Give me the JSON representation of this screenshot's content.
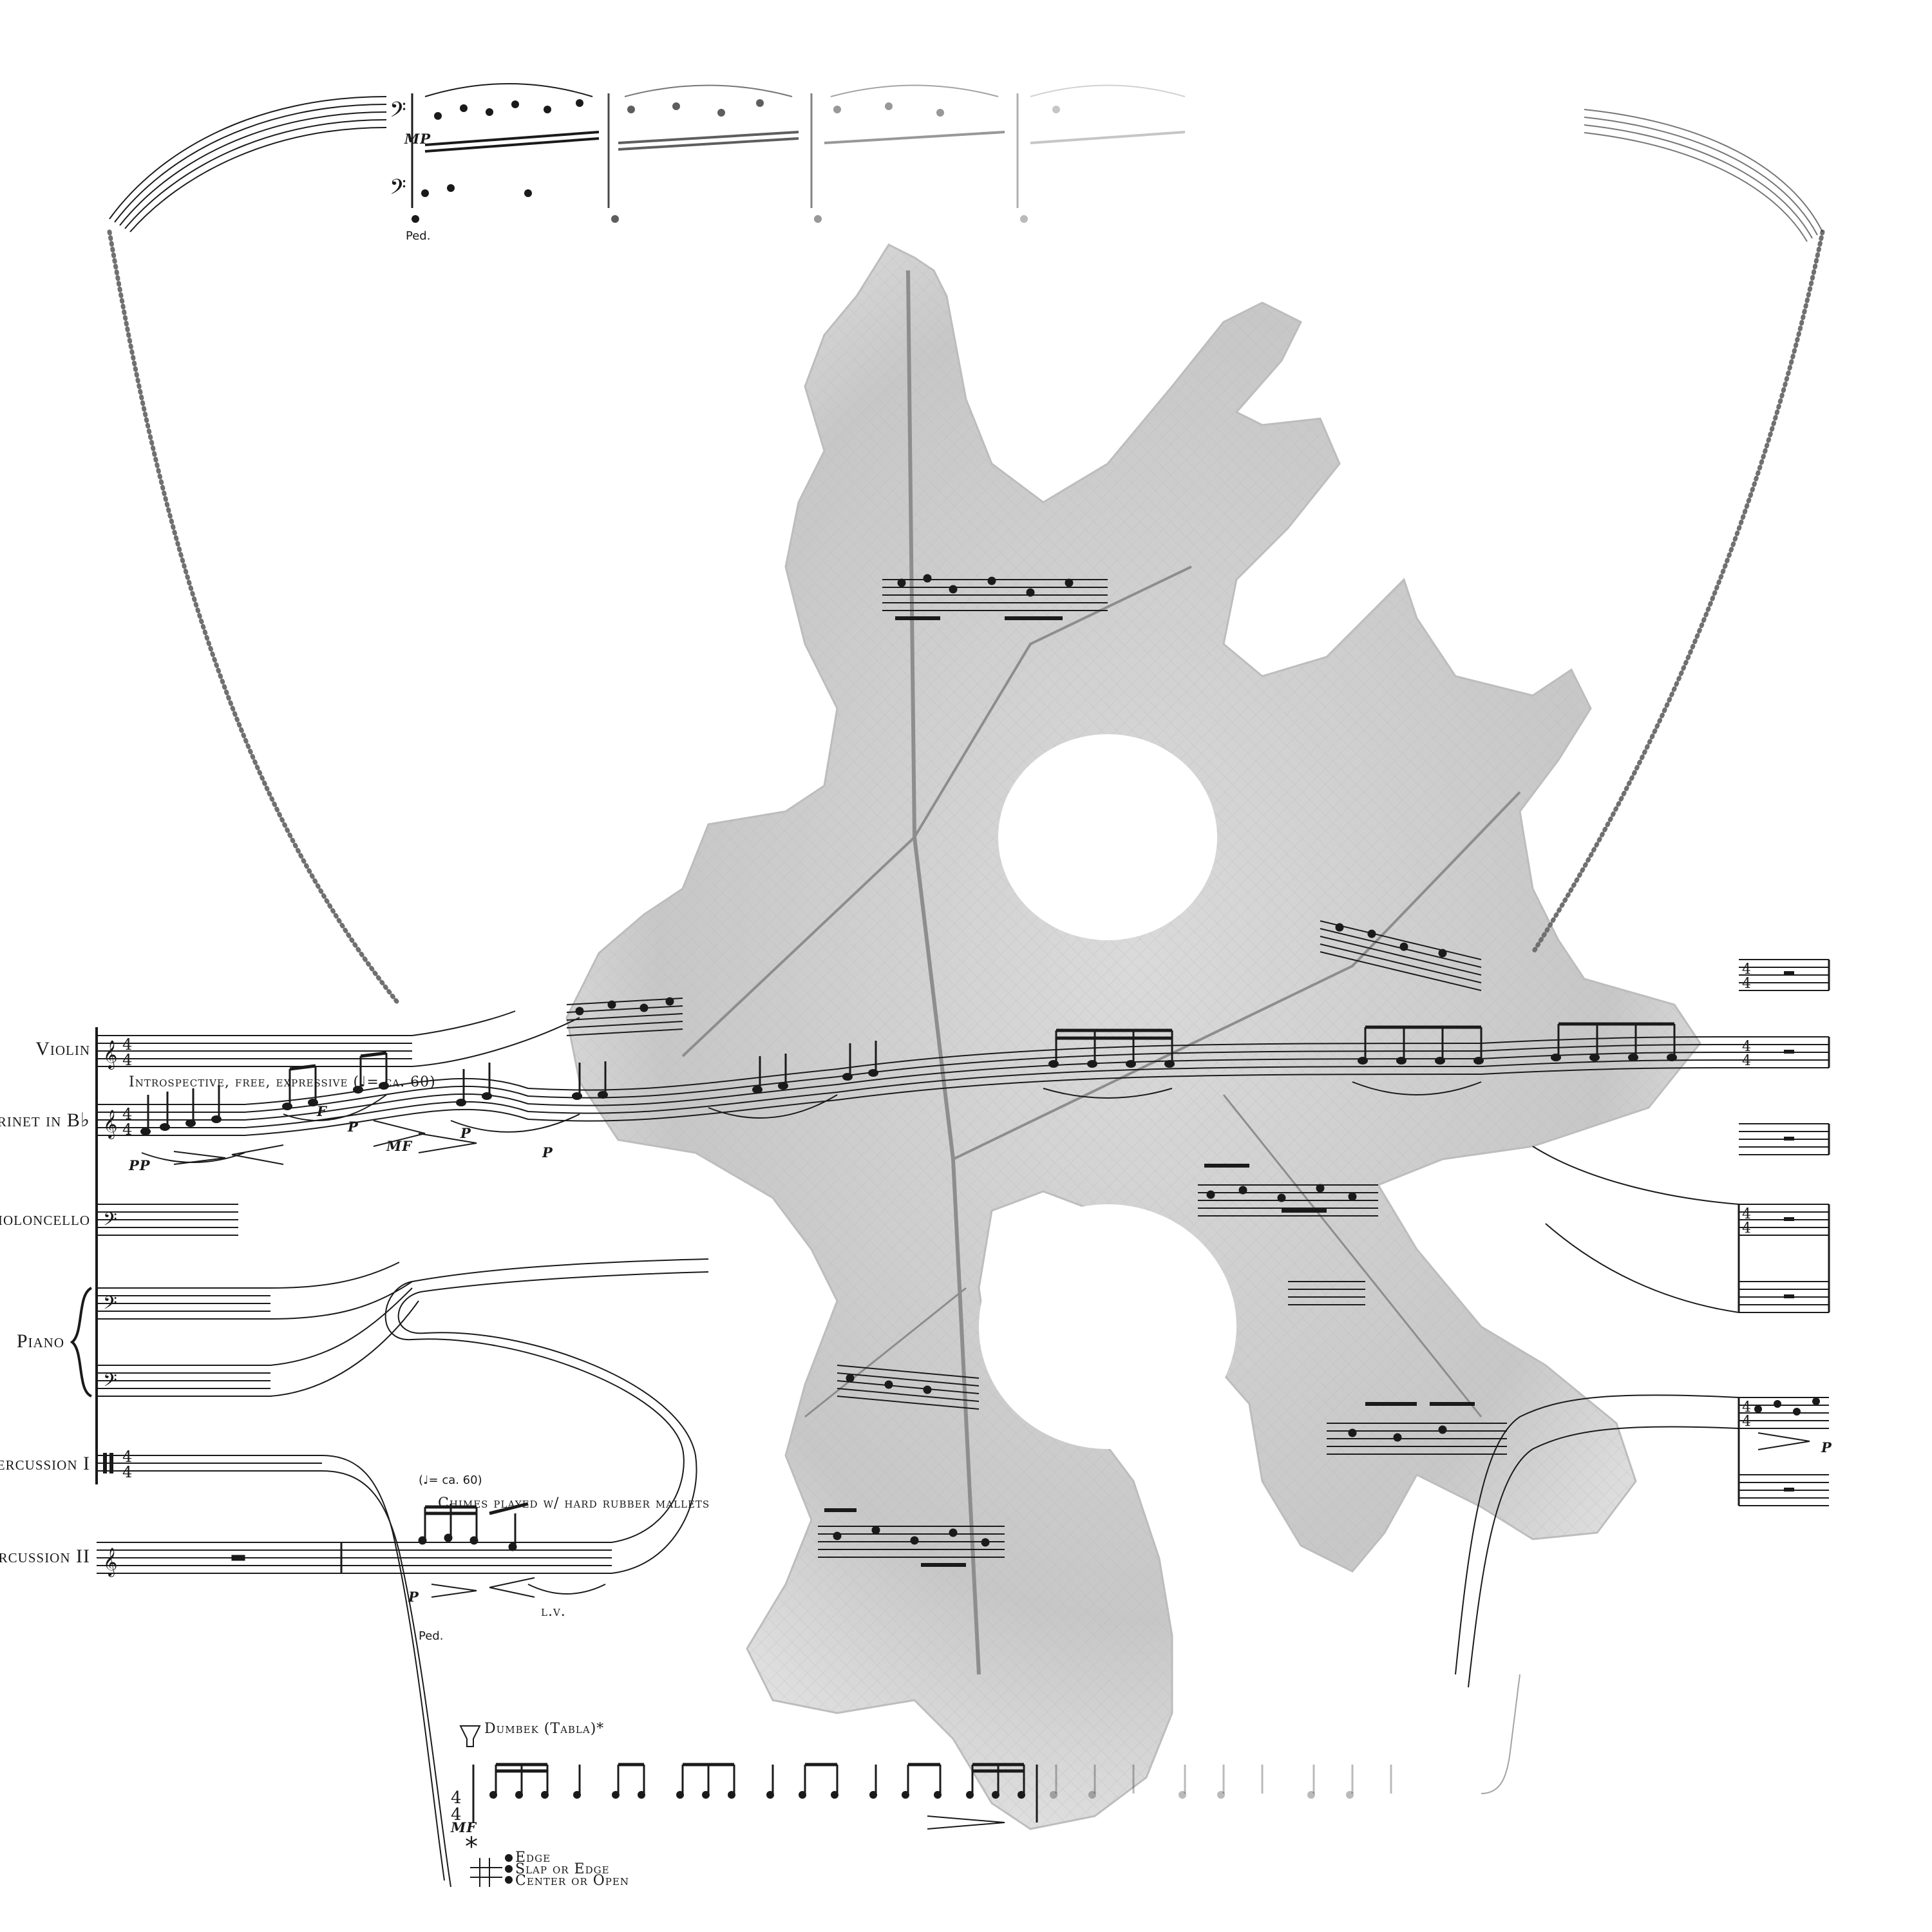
{
  "instruments": [
    {
      "key": "violin",
      "label": "Violin"
    },
    {
      "key": "clarinet",
      "label": "Clarinet in B♭"
    },
    {
      "key": "violoncello",
      "label": "Violoncello"
    },
    {
      "key": "piano",
      "label": "Piano"
    },
    {
      "key": "percussion1",
      "label": "Percussion I"
    },
    {
      "key": "percussion2",
      "label": "Percussion II"
    }
  ],
  "markings": {
    "tempo_clarinet": "Introspective, free, expressive (♩= ca. 60)",
    "tempo_perc": "(♩= ca. 60)",
    "chimes": "Chimes played w/ hard rubber mallets",
    "doumbek": "Dumbek (Tabla)*",
    "lv": "l.v.",
    "ped_top": "Ped.",
    "ped_perc": "Ped."
  },
  "dynamics": {
    "clar_pp": "pp",
    "clar_f": "f",
    "clar_p1": "p",
    "clar_mf": "mf",
    "clar_p2": "p",
    "clar_p3": "p",
    "perc_p": "p",
    "top_mp": "mp",
    "dumbek_mf": "mf",
    "right_p": "p"
  },
  "legend": {
    "symbol": "*",
    "edge": "Edge",
    "slap": "Slap or Edge",
    "center": "Center or Open"
  },
  "colors": {
    "ink": "#1a1a1a",
    "leaf": "#cfcfcf",
    "leaf_vein": "#8d8d8d",
    "paper": "#ffffff"
  }
}
